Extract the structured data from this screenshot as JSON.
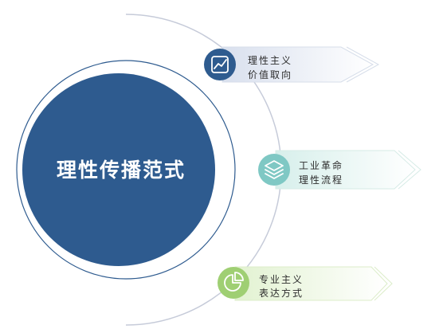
{
  "center": {
    "title": "理性传播范式"
  },
  "items": [
    {
      "line1": "理性主义",
      "line2": "价值取向",
      "icon": "line-chart-icon",
      "icon_color": "#2e5b8f",
      "arrow_color": "#e3e8f3"
    },
    {
      "line1": "工业革命",
      "line2": "理性流程",
      "icon": "layers-icon",
      "icon_color": "#7fc8c4",
      "arrow_color": "#e1f2ef"
    },
    {
      "line1": "专业主义",
      "line2": "表达方式",
      "icon": "pie-chart-icon",
      "icon_color": "#9fcf73",
      "arrow_color": "#e8f4db"
    }
  ],
  "colors": {
    "main_circle": "#2e5b8f",
    "outer_ring": "#2e5b8f",
    "arc": "#c6cbd9",
    "text_dark": "#2c2c2c",
    "text_light": "#ffffff"
  }
}
